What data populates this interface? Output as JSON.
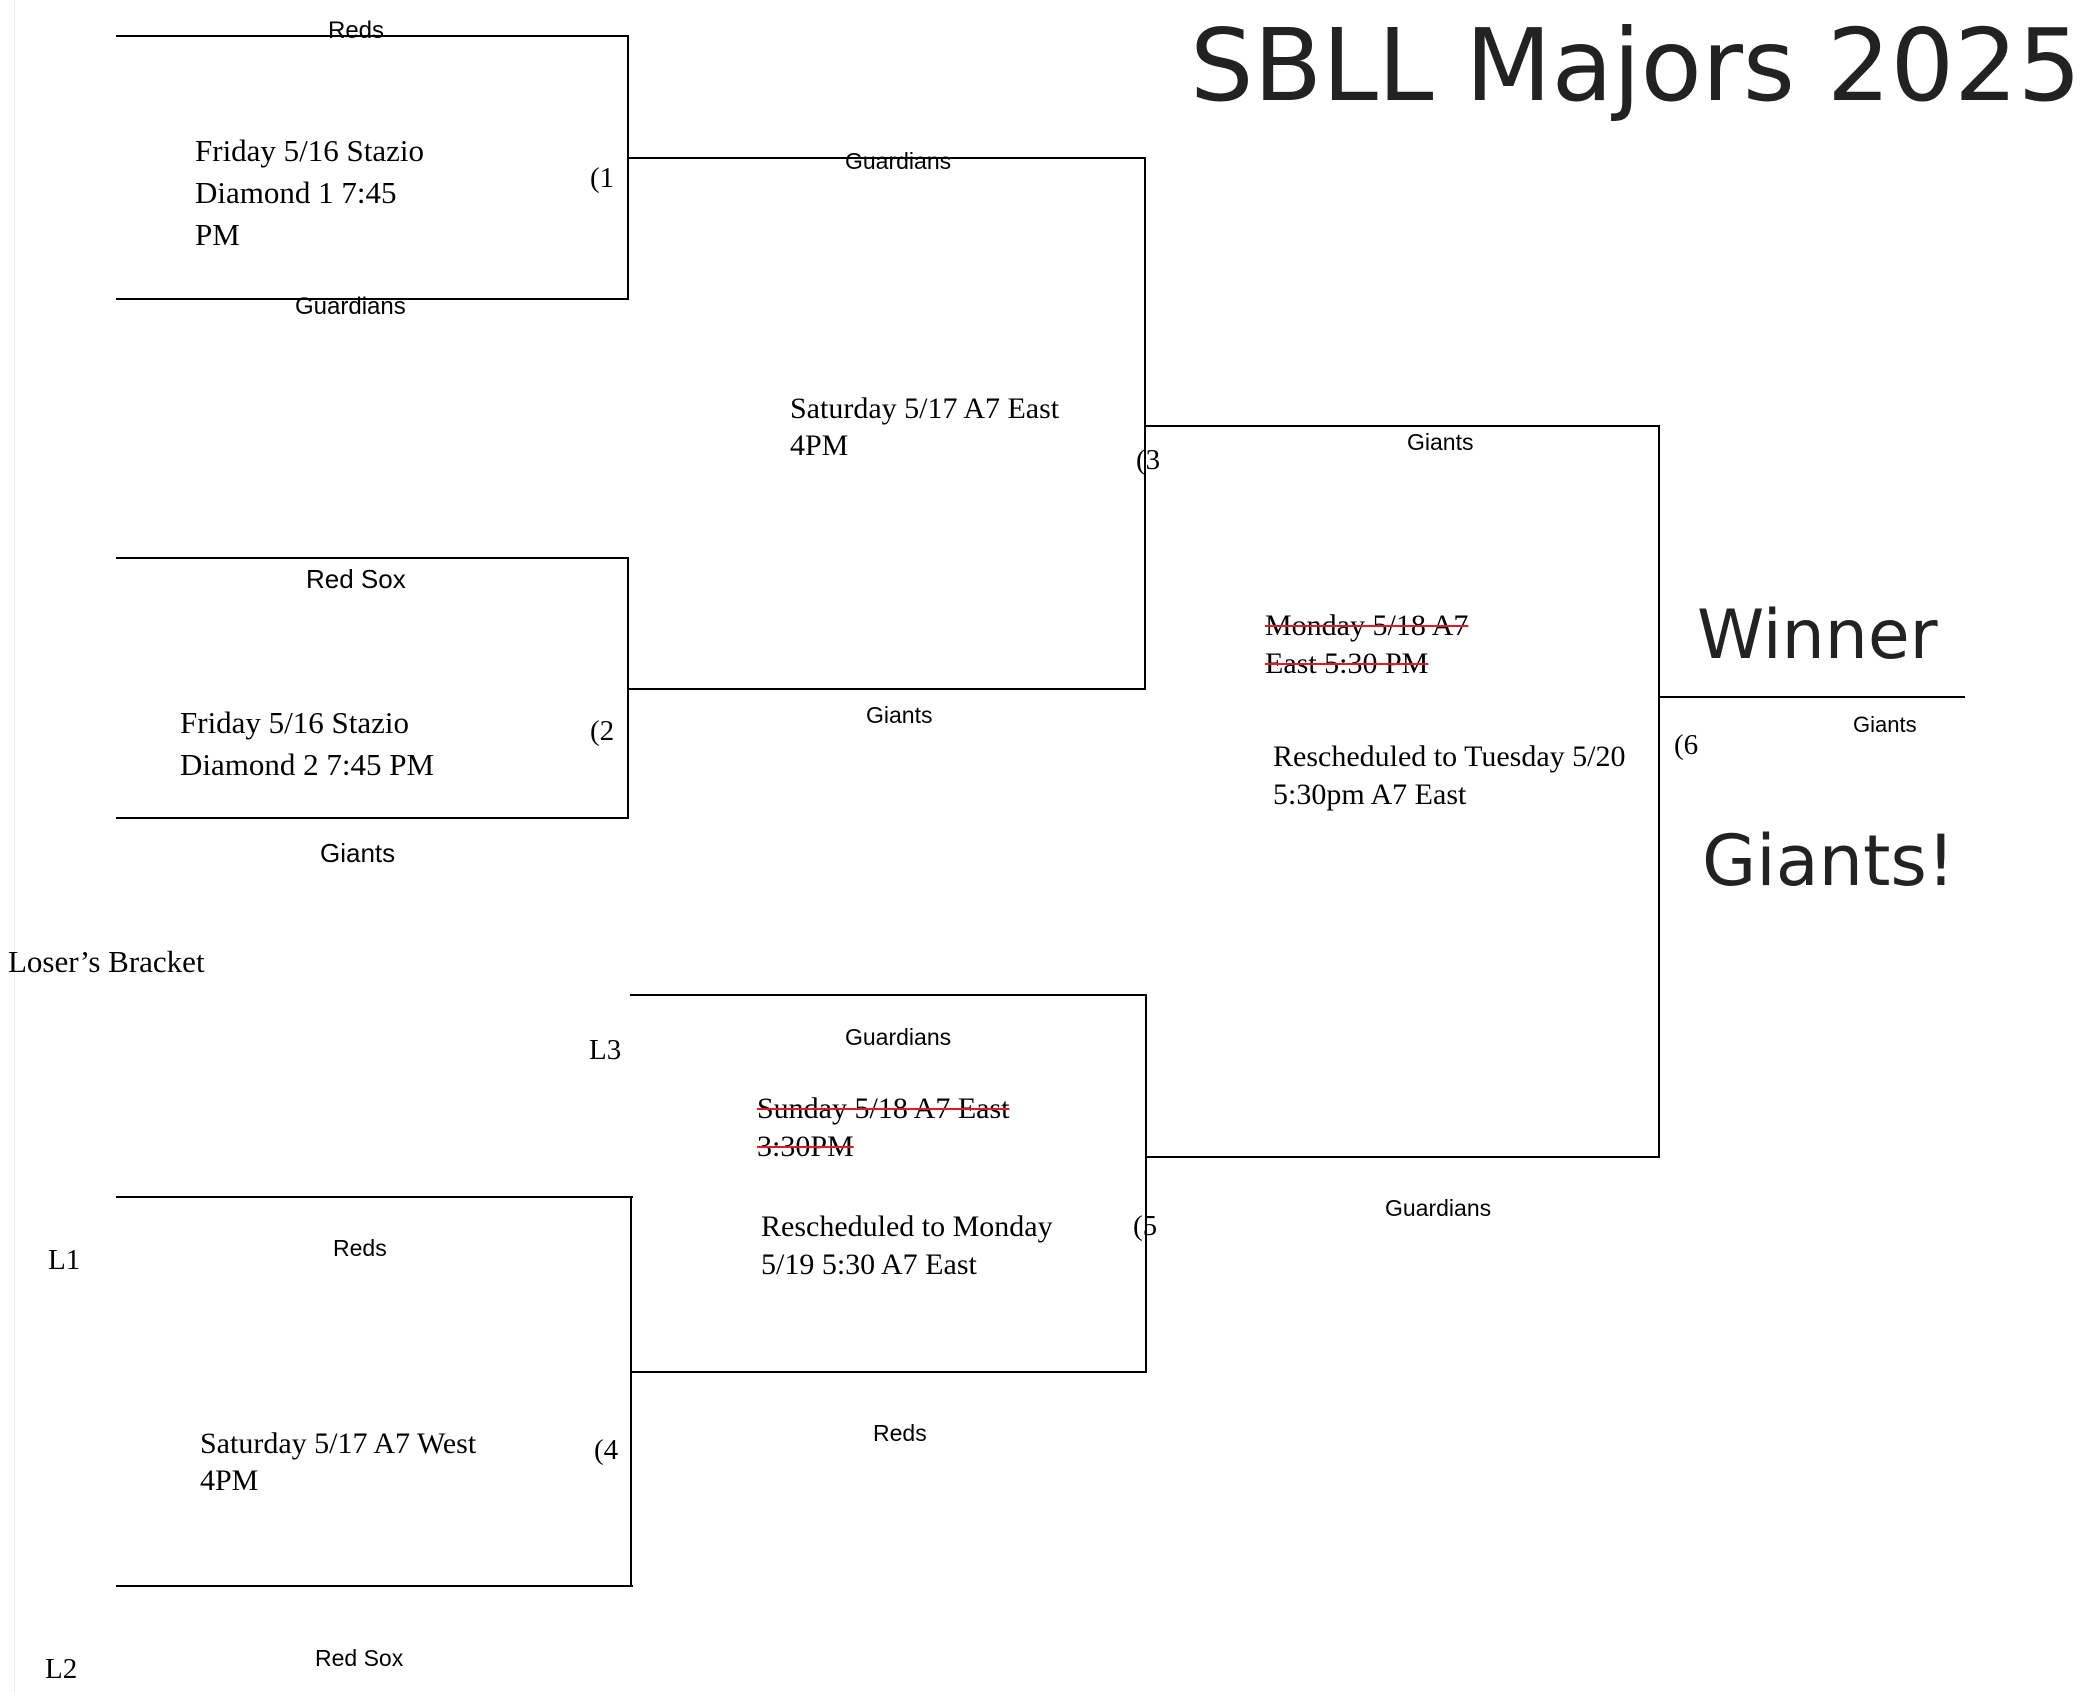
{
  "title": "SBLL Majors 2025",
  "winner": {
    "heading": "Winner",
    "team": "Giants",
    "banner": "Giants!"
  },
  "losers_bracket_label": "Loser’s Bracket",
  "games": {
    "g1": {
      "seed": "(1",
      "top_team": "Reds",
      "bottom_team": "Guardians",
      "schedule": [
        "Friday 5/16 Stazio",
        "Diamond 1 7:45",
        "PM"
      ]
    },
    "g2": {
      "seed": "(2",
      "top_team": "Red Sox",
      "bottom_team": "Giants",
      "schedule": [
        "Friday 5/16 Stazio",
        "Diamond 2 7:45 PM"
      ]
    },
    "g3": {
      "seed": "(3",
      "top_team": "Guardians",
      "bottom_team": "Giants",
      "schedule": [
        "Saturday 5/17 A7 East",
        "4PM"
      ]
    },
    "g4": {
      "seed": "(4",
      "top_label": "L1",
      "bottom_label": "L2",
      "top_team": "Reds",
      "bottom_team": "Red Sox",
      "schedule": [
        "Saturday 5/17 A7 West",
        "4PM"
      ]
    },
    "g5": {
      "seed": "(5",
      "top_label": "L3",
      "top_team": "Guardians",
      "bottom_team": "Reds",
      "struck_schedule": [
        "Sunday 5/18 A7 East",
        "3:30PM"
      ],
      "schedule": [
        "Rescheduled to Monday",
        "5/19 5:30 A7 East"
      ]
    },
    "g6": {
      "seed": "(6",
      "top_team": "Giants",
      "bottom_team": "Guardians",
      "struck_schedule": [
        "Monday 5/18 A7",
        "East 5:30 PM"
      ],
      "schedule": [
        "Rescheduled to Tuesday 5/20",
        "5:30pm A7 East"
      ]
    }
  }
}
